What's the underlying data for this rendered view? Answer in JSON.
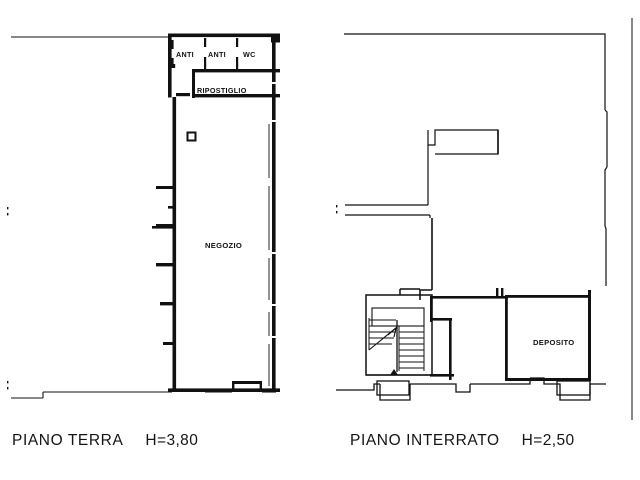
{
  "document": {
    "type": "architectural-floor-plan",
    "sheet_background": "#ffffff",
    "line_color": "#111111"
  },
  "plans": [
    {
      "id": "ground-floor",
      "caption_name": "PIANO TERRA",
      "caption_height": "H=3,80",
      "rooms": [
        {
          "id": "anti-1",
          "label": "ANTI"
        },
        {
          "id": "anti-2",
          "label": "ANTI"
        },
        {
          "id": "wc",
          "label": "WC"
        },
        {
          "id": "ripostiglio",
          "label": "RIPOSTIGLIO"
        },
        {
          "id": "negozio",
          "label": "NEGOZIO"
        }
      ]
    },
    {
      "id": "basement-floor",
      "caption_name": "PIANO INTERRATO",
      "caption_height": "H=2,50",
      "rooms": [
        {
          "id": "deposito",
          "label": "DEPOSITO"
        }
      ],
      "features": [
        {
          "id": "staircase",
          "label": ""
        }
      ]
    }
  ],
  "captions": {
    "ground": {
      "name": "PIANO TERRA",
      "height": "H=3,80"
    },
    "basement": {
      "name": "PIANO INTERRATO",
      "height": "H=2,50"
    }
  },
  "labels": {
    "anti_1": "ANTI",
    "anti_2": "ANTI",
    "wc": "WC",
    "ripostiglio": "RIPOSTIGLIO",
    "negozio": "NEGOZIO",
    "deposito": "DEPOSITO"
  }
}
